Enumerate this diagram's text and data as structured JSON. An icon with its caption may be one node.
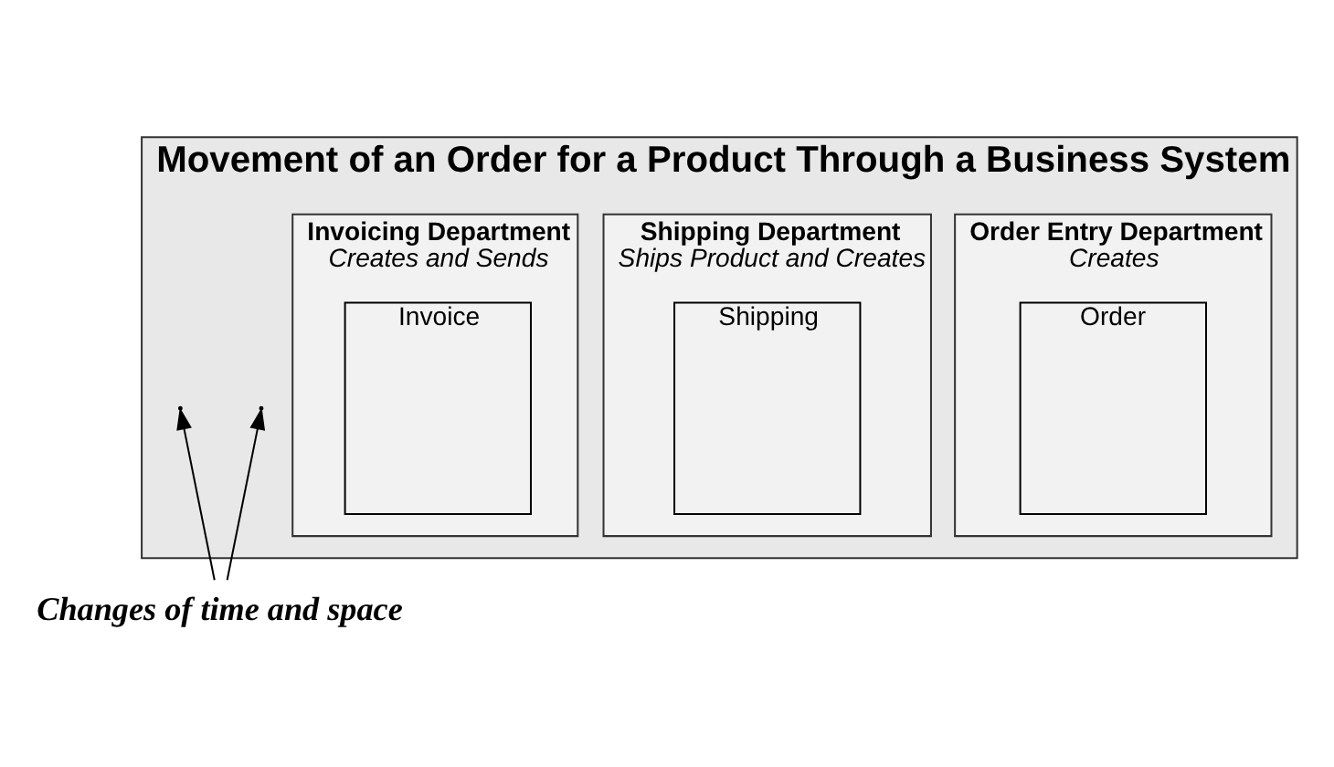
{
  "diagram": {
    "nodes": [
      {
        "text": [
          "Movement of an Order for a Product Through a Business System"
        ]
      },
      {
        "text": [
          "Order Entry Department",
          "Creates"
        ],
        "in": 0
      },
      {
        "text": [
          "Order"
        ],
        "in": 1
      },
      {
        "text": [
          "Shipping Department",
          "Ships Product and Creates"
        ],
        "in": 0
      },
      {
        "text": [
          "Shipping"
        ],
        "in": 3
      },
      {
        "text": [
          "Invoicing Department",
          "Creates and Sends"
        ],
        "in": 0
      },
      {
        "text": [
          "Invoice"
        ],
        "in": 5
      },
      {
        "text": [
          "Changes of time and space"
        ]
      }
    ],
    "edges": [
      {
        "from": 7,
        "to": null,
        "arrow": "to"
      },
      {
        "from": 7,
        "to": null,
        "arrow": "to"
      }
    ]
  }
}
